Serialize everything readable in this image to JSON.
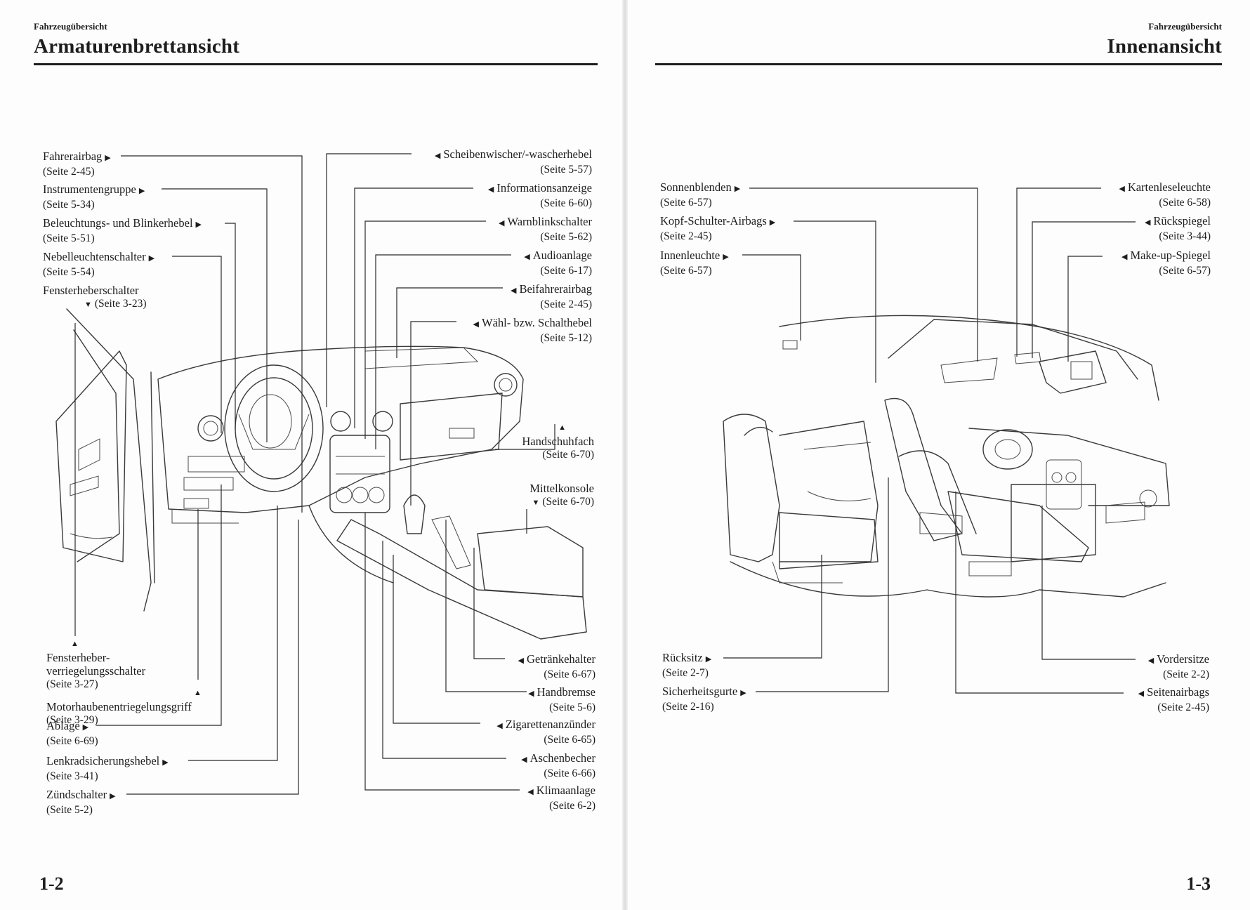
{
  "left_page": {
    "section_label": "Fahrzeugübersicht",
    "heading": "Armaturenbrettansicht",
    "page_number": "1-2",
    "callouts_top_left": [
      {
        "label": "Fahrerairbag",
        "page": "(Seite 2-45)"
      },
      {
        "label": "Instrumentengruppe",
        "page": "(Seite 5-34)"
      },
      {
        "label": "Beleuchtungs- und Blinkerhebel",
        "page": "(Seite 5-51)"
      },
      {
        "label": "Nebelleuchtenschalter",
        "page": "(Seite 5-54)"
      },
      {
        "label": "Fensterheberschalter",
        "page": "(Seite 3-23)"
      }
    ],
    "callouts_top_right": [
      {
        "label": "Scheibenwischer/-wascherhebel",
        "page": "(Seite 5-57)"
      },
      {
        "label": "Informationsanzeige",
        "page": "(Seite 6-60)"
      },
      {
        "label": "Warnblinkschalter",
        "page": "(Seite 5-62)"
      },
      {
        "label": "Audioanlage",
        "page": "(Seite 6-17)"
      },
      {
        "label": "Beifahrerairbag",
        "page": "(Seite 2-45)"
      },
      {
        "label": "Wähl- bzw. Schalthebel",
        "page": "(Seite 5-12)"
      }
    ],
    "callouts_middle_right": [
      {
        "label": "Handschuhfach",
        "page": "(Seite 6-70)"
      },
      {
        "label": "Mittelkonsole",
        "page": "(Seite 6-70)"
      }
    ],
    "callouts_bottom_left": [
      {
        "label": "Fensterheber-",
        "label2": "verriegelungsschalter",
        "page": "(Seite 3-27)"
      },
      {
        "label": "Motorhaubenentriegelungsgriff",
        "page": "(Seite 3-29)"
      },
      {
        "label": "Ablage",
        "page": "(Seite 6-69)"
      },
      {
        "label": "Lenkradsicherungshebel",
        "page": "(Seite 3-41)"
      },
      {
        "label": "Zündschalter",
        "page": "(Seite 5-2)"
      }
    ],
    "callouts_bottom_right": [
      {
        "label": "Getränkehalter",
        "page": "(Seite 6-67)"
      },
      {
        "label": "Handbremse",
        "page": "(Seite 5-6)"
      },
      {
        "label": "Zigarettenanzünder",
        "page": "(Seite 6-65)"
      },
      {
        "label": "Aschenbecher",
        "page": "(Seite 6-66)"
      },
      {
        "label": "Klimaanlage",
        "page": "(Seite 6-2)"
      }
    ]
  },
  "right_page": {
    "section_label": "Fahrzeugübersicht",
    "heading": "Innenansicht",
    "page_number": "1-3",
    "callouts_top_left": [
      {
        "label": "Sonnenblenden",
        "page": "(Seite 6-57)"
      },
      {
        "label": "Kopf-Schulter-Airbags",
        "page": "(Seite 2-45)"
      },
      {
        "label": "Innenleuchte",
        "page": "(Seite 6-57)"
      }
    ],
    "callouts_top_right": [
      {
        "label": "Kartenleseleuchte",
        "page": "(Seite 6-58)"
      },
      {
        "label": "Rückspiegel",
        "page": "(Seite 3-44)"
      },
      {
        "label": "Make-up-Spiegel",
        "page": "(Seite 6-57)"
      }
    ],
    "callouts_bottom_left": [
      {
        "label": "Rücksitz",
        "page": "(Seite 2-7)"
      },
      {
        "label": "Sicherheitsgurte",
        "page": "(Seite 2-16)"
      }
    ],
    "callouts_bottom_right": [
      {
        "label": "Vordersitze",
        "page": "(Seite 2-2)"
      },
      {
        "label": "Seitenairbags",
        "page": "(Seite 2-45)"
      }
    ]
  },
  "icons": {
    "arrow_right": "▶",
    "arrow_left": "◀",
    "arrow_down": "▼",
    "arrow_up": "▲"
  }
}
